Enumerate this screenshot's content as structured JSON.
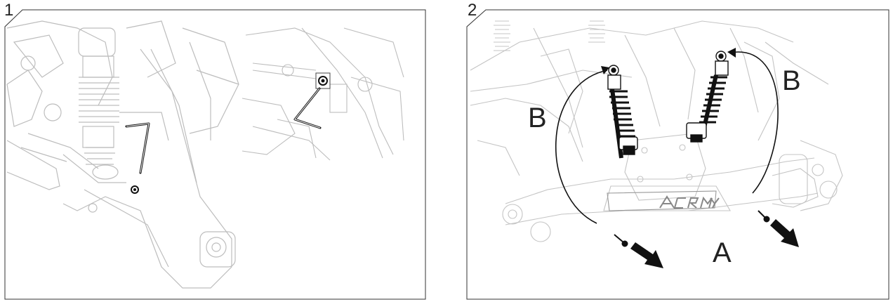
{
  "panels": [
    {
      "step": "1"
    },
    {
      "step": "2",
      "callouts": {
        "b_left": "B",
        "b_right": "B",
        "a": "A"
      }
    }
  ],
  "colors": {
    "line_light": "#c8c8c8",
    "line_mid": "#9a9a9a",
    "ink": "#1a1a1a"
  }
}
